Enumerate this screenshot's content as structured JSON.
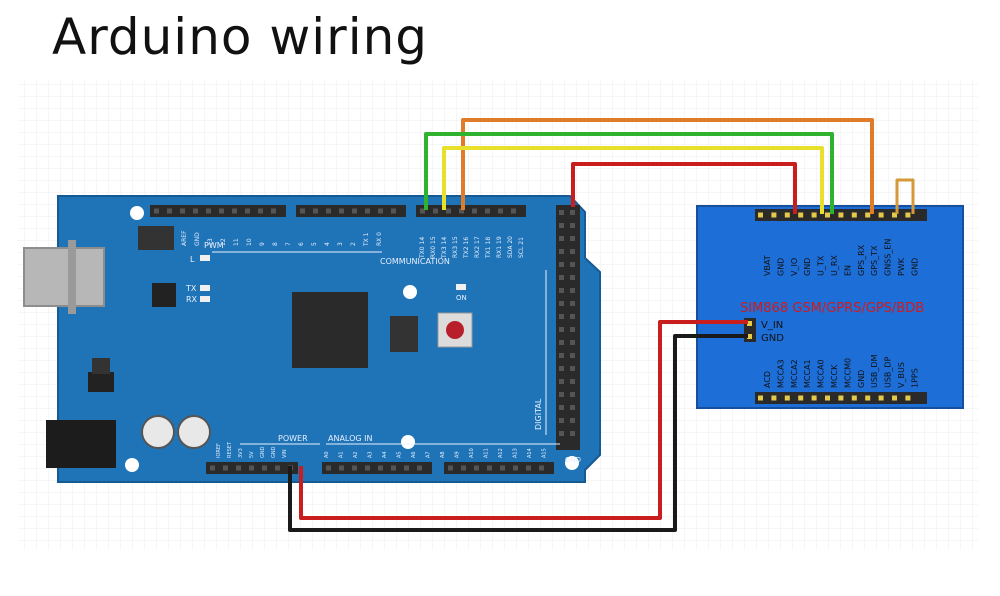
{
  "title": "Arduino wiring",
  "arduino": {
    "label_communication": "COMMUNICATION",
    "label_power": "POWER",
    "label_analog_in": "ANALOG IN",
    "label_digital": "DIGITAL",
    "label_pwm": "PWM",
    "label_l": "L",
    "label_tx": "TX",
    "label_rx": "RX",
    "label_on": "ON",
    "label_gnd": "GND",
    "comm_pins": [
      "TX0 14",
      "RX0 15",
      "TX3 14",
      "RX3 15",
      "TX2 16",
      "RX2 17",
      "TX1 18",
      "RX1 19",
      "SDA 20",
      "SCL 21"
    ],
    "pwm_pins": [
      "AREF",
      "GND",
      "13",
      "12",
      "11",
      "10",
      "9",
      "8",
      "7",
      "6",
      "5",
      "4",
      "3",
      "2",
      "TX 1",
      "RX 0"
    ],
    "power_pins": [
      "IOREF",
      "RESET",
      "3V3",
      "5V",
      "GND",
      "GND",
      "VIN"
    ],
    "analog_pins": [
      "A0",
      "A1",
      "A2",
      "A3",
      "A4",
      "A5",
      "A6",
      "A7",
      "A8",
      "A9",
      "A10",
      "A11",
      "A12",
      "A13",
      "A14",
      "A15"
    ]
  },
  "module": {
    "name": "SIM868 GSM/GPRS/GPS/BDB",
    "top_pins": [
      "VBAT",
      "GND",
      "V_IO",
      "GND",
      "U_TX",
      "U_RX",
      "EN",
      "GPS_RX",
      "GPS_TX",
      "GNSS_EN",
      "PWK",
      "GND"
    ],
    "bottom_pins": [
      "ACD",
      "MCCA3",
      "MCCA2",
      "MCCA1",
      "MCCA0",
      "MCCK",
      "MCCM0",
      "GND",
      "USB_DM",
      "USB_DP",
      "V_BUS",
      "1PPS"
    ],
    "side_pins": [
      "V_IN",
      "GND"
    ]
  },
  "colors": {
    "board": "#1f73b7",
    "module": "#1e6ed8",
    "wire_red": "#c81e1e",
    "wire_orange": "#e07b2a",
    "wire_green": "#2fb32f",
    "wire_yellow": "#e8e02a",
    "wire_black": "#1a1a1a"
  }
}
